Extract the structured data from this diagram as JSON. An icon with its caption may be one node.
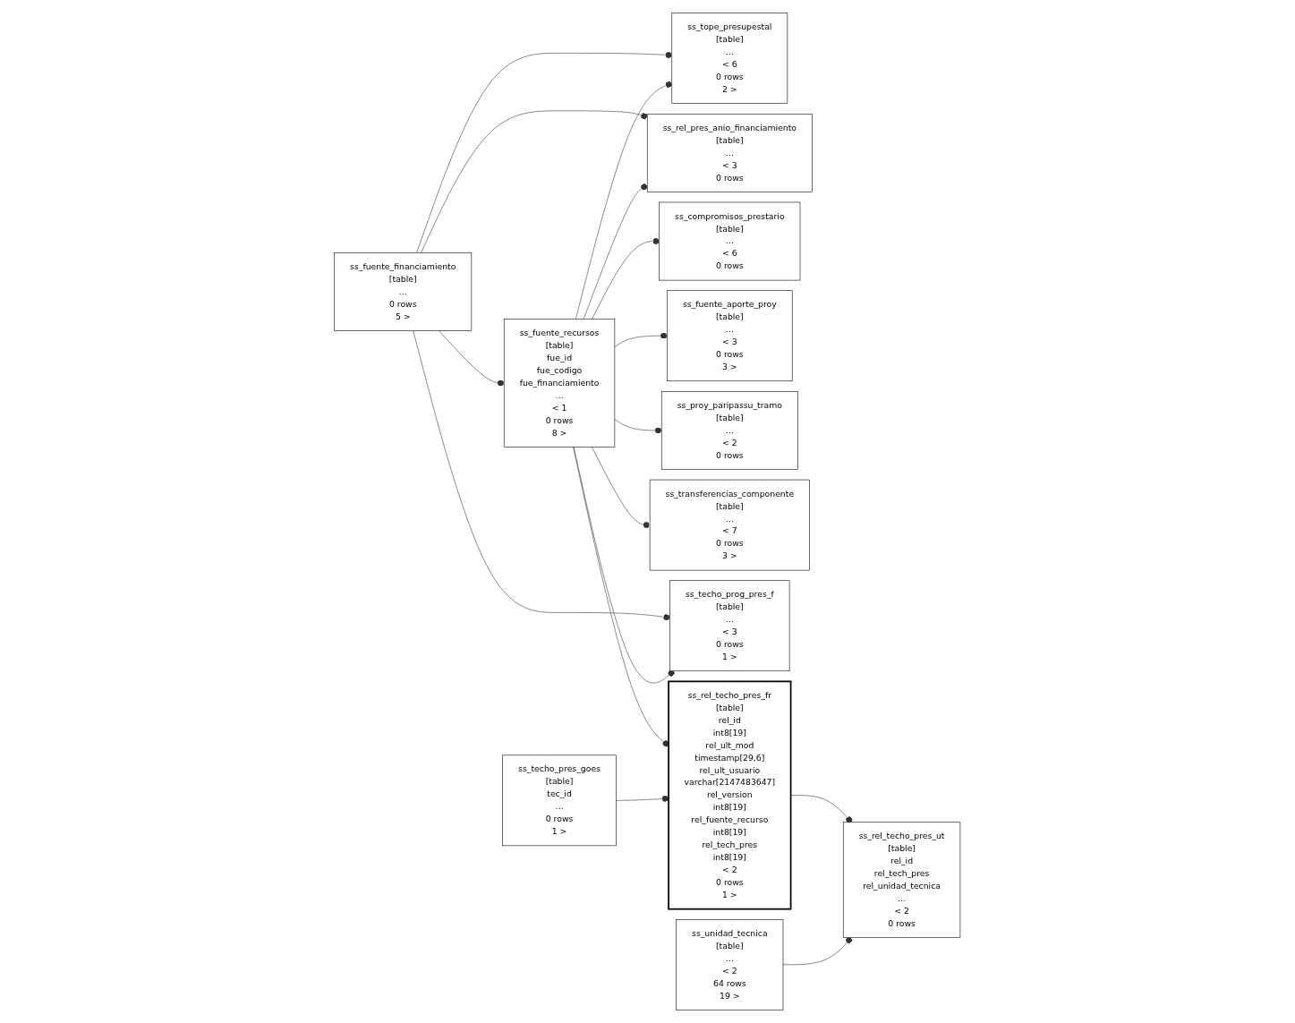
{
  "diagram": {
    "nodes": [
      {
        "text": [
          "ss_tope_presupestal",
          "[table]",
          "…",
          "< 6",
          "0 rows",
          "2 >"
        ]
      },
      {
        "text": [
          "ss_rel_pres_anio_financiamiento",
          "[table]",
          "…",
          "< 3",
          "0 rows"
        ]
      },
      {
        "text": [
          "ss_compromisos_prestario",
          "[table]",
          "…",
          "< 6",
          "0 rows"
        ]
      },
      {
        "text": [
          "ss_fuente_financiamiento",
          "[table]",
          "…",
          "0 rows",
          "5 >"
        ]
      },
      {
        "text": [
          "ss_fuente_recursos",
          "[table]",
          "fue_id",
          "fue_codigo",
          "fue_financiamiento",
          "…",
          "< 1",
          "0 rows",
          "8 >"
        ]
      },
      {
        "text": [
          "ss_fuente_aporte_proy",
          "[table]",
          "…",
          "< 3",
          "0 rows",
          "3 >"
        ]
      },
      {
        "text": [
          "ss_proy_paripassu_tramo",
          "[table]",
          "…",
          "< 2",
          "0 rows"
        ]
      },
      {
        "text": [
          "ss_transferencias_componente",
          "[table]",
          "…",
          "< 7",
          "0 rows",
          "3 >"
        ]
      },
      {
        "text": [
          "ss_techo_prog_pres_f",
          "[table]",
          "…",
          "< 3",
          "0 rows",
          "1 >"
        ]
      },
      {
        "text": [
          "ss_rel_techo_pres_fr",
          "[table]",
          "rel_id",
          "int8[19]",
          "rel_ult_mod",
          "timestamp[29,6]",
          "rel_ult_usuario",
          "varchar[2147483647]",
          "rel_version",
          "int8[19]",
          "rel_fuente_recurso",
          "int8[19]",
          "rel_tech_pres",
          "int8[19]",
          "< 2",
          "0 rows",
          "1 >"
        ]
      },
      {
        "text": [
          "ss_rel_techo_pres_ut",
          "[table]",
          "rel_id",
          "rel_tech_pres",
          "rel_unidad_tecnica",
          "…",
          "< 2",
          "0 rows"
        ]
      },
      {
        "text": [
          "ss_techo_pres_goes",
          "[table]",
          "tec_id",
          "…",
          "0 rows",
          "1 >"
        ]
      },
      {
        "text": [
          "ss_unidad_tecnica",
          "[table]",
          "…",
          "< 2",
          "64 rows",
          "19 >"
        ]
      }
    ],
    "edges": [
      {
        "from": 3,
        "to": 0,
        "arrow": "other"
      },
      {
        "from": 3,
        "to": 1,
        "arrow": "other"
      },
      {
        "from": 3,
        "to": 4,
        "arrow": "other"
      },
      {
        "from": 3,
        "to": 8,
        "arrow": "other"
      },
      {
        "from": 4,
        "to": 0,
        "arrow": "other"
      },
      {
        "from": 4,
        "to": 1,
        "arrow": "other"
      },
      {
        "from": 4,
        "to": 2,
        "arrow": "other"
      },
      {
        "from": 4,
        "to": 5,
        "arrow": "other"
      },
      {
        "from": 4,
        "to": 6,
        "arrow": "other"
      },
      {
        "from": 4,
        "to": 7,
        "arrow": "other"
      },
      {
        "from": 4,
        "to": 8,
        "arrow": "other"
      },
      {
        "from": 4,
        "to": 9,
        "arrow": "other"
      },
      {
        "from": 11,
        "to": 9,
        "arrow": "other"
      },
      {
        "from": 9,
        "to": 10,
        "arrow": "other"
      },
      {
        "from": 12,
        "to": 10,
        "arrow": "other"
      }
    ]
  }
}
